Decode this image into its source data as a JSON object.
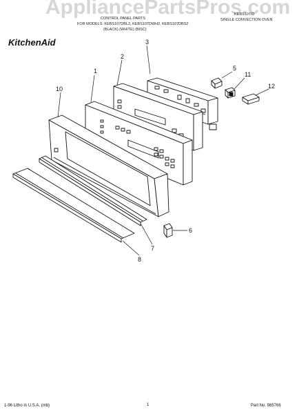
{
  "watermark": "AppliancePartsPros.com",
  "header": {
    "model_number": "KEBS107/D",
    "title_line": "CONTROL PANEL PARTS",
    "subtitle_line": "SINGLE CONVECTION OVEN",
    "models_line": "FOR MODELS: KEBS107DBL2, KEBS107DWH2, KEBS107DBS2",
    "colors_line": "(BLACK)   (WHITE)   (BISC)"
  },
  "brand": {
    "logo_text": "KitchenAid"
  },
  "parts": [
    {
      "id": "part-1",
      "label": "1"
    },
    {
      "id": "part-2",
      "label": "2"
    },
    {
      "id": "part-3",
      "label": "3"
    },
    {
      "id": "part-5",
      "label": "5"
    },
    {
      "id": "part-6",
      "label": "6"
    },
    {
      "id": "part-7",
      "label": "7"
    },
    {
      "id": "part-8",
      "label": "8"
    },
    {
      "id": "part-10",
      "label": "10"
    },
    {
      "id": "part-11",
      "label": "11"
    },
    {
      "id": "part-12",
      "label": "12"
    }
  ],
  "footer": {
    "print_info": "1-96 Litho in U.S.A. (mb)",
    "page_number": "1",
    "part_number": "Part No. 985766"
  }
}
